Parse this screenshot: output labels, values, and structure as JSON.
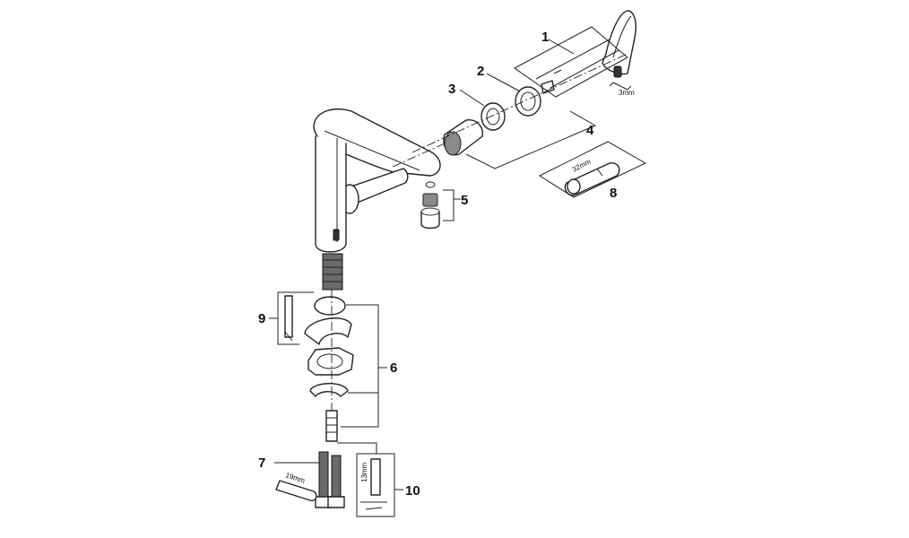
{
  "callouts": {
    "c1": "1",
    "c2": "2",
    "c3": "3",
    "c4": "4",
    "c5": "5",
    "c6": "6",
    "c7": "7",
    "c8": "8",
    "c9": "9",
    "c10": "10"
  },
  "tool_labels": {
    "hex_key": "3mm",
    "cartridge_wrench": "32mm",
    "hose_wrench": "19mm",
    "socket": "13mm"
  }
}
